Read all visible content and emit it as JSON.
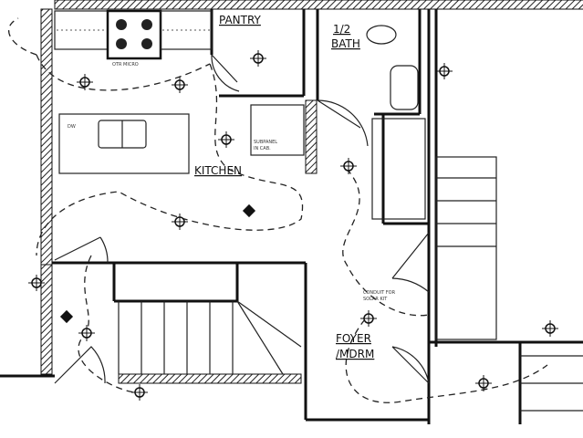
{
  "rooms": {
    "pantry": "PANTRY",
    "bath_line1": "1/2",
    "bath_line2": "BATH",
    "kitchen": "KITCHEN",
    "foyer_line1": "FOYER",
    "foyer_line2": "/MDRM"
  },
  "notes": {
    "otr_micro": "OTR MICRO",
    "subpanel_line1": "SUBPANEL",
    "subpanel_line2": "IN CAB.",
    "conduit_line1": "CONDUIT FOR",
    "conduit_line2": "SOLAR KIT",
    "dw": "DW"
  },
  "colors": {
    "line": "#111111",
    "background": "#ffffff"
  }
}
